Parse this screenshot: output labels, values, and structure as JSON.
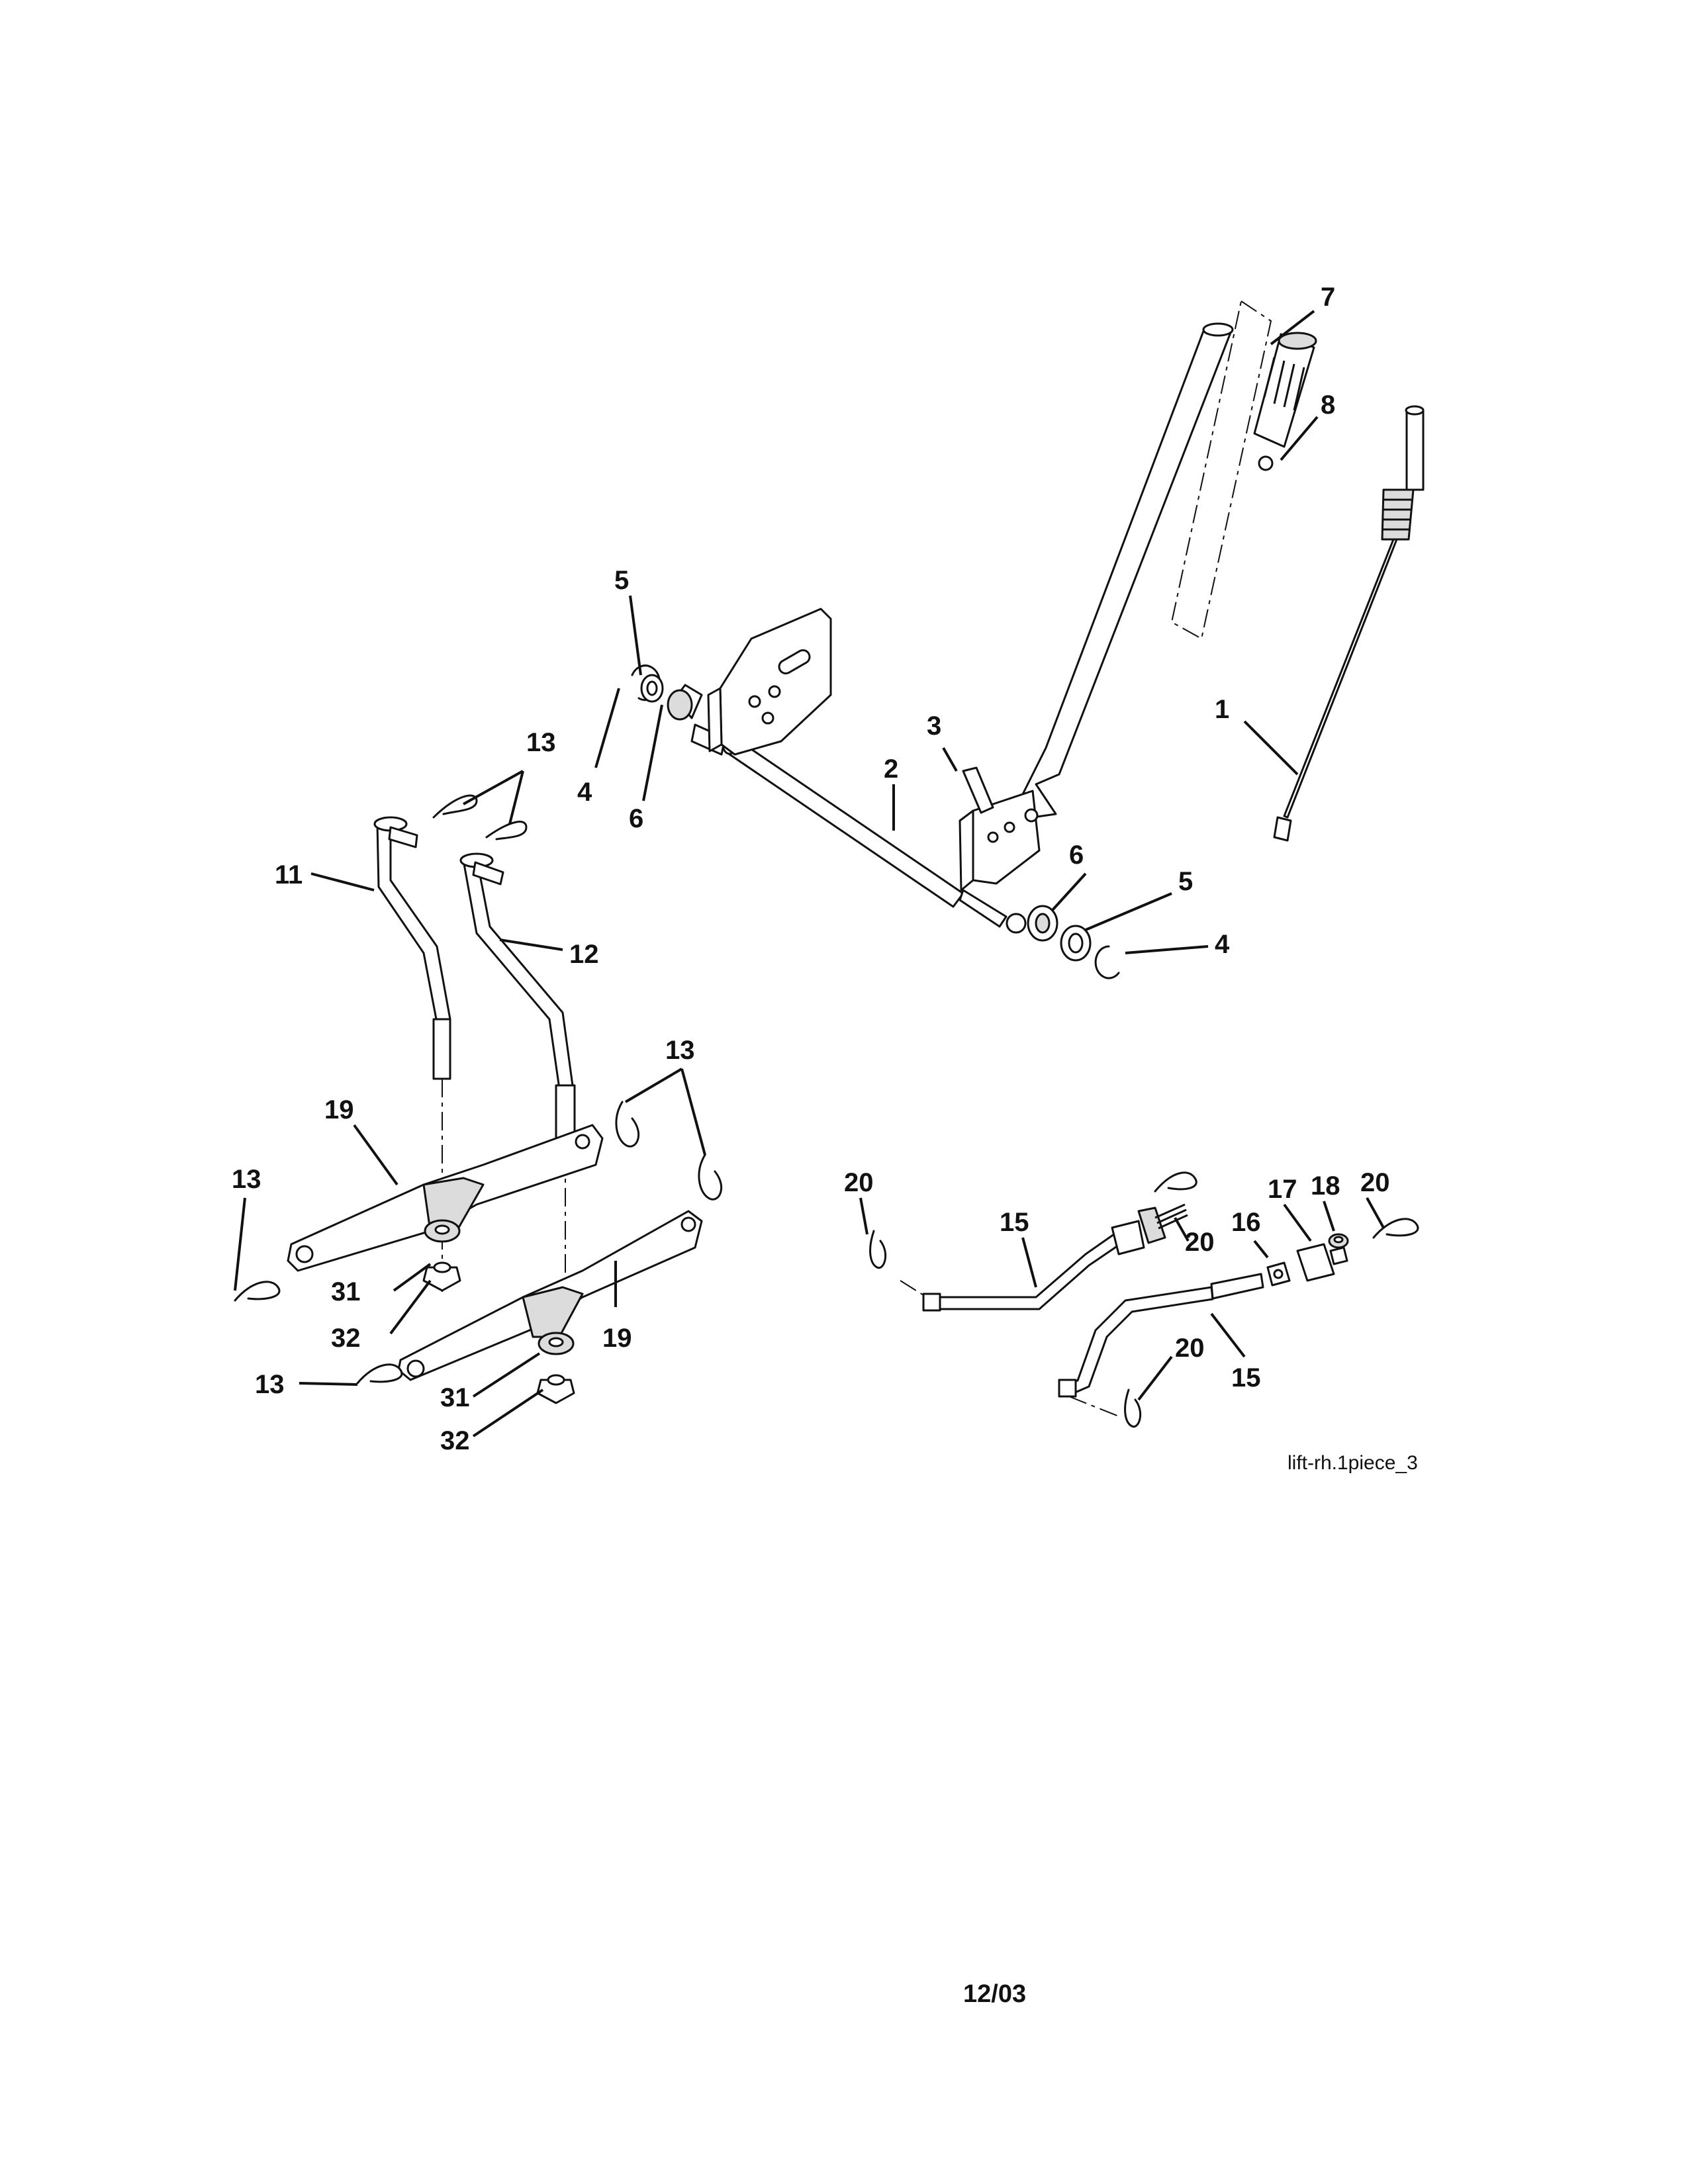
{
  "diagram": {
    "callouts": {
      "c1": "1",
      "c2": "2",
      "c3": "3",
      "c4a": "4",
      "c4b": "4",
      "c5a": "5",
      "c5b": "5",
      "c6a": "6",
      "c6b": "6",
      "c7": "7",
      "c8": "8",
      "c11": "11",
      "c12": "12",
      "c13a": "13",
      "c13b": "13",
      "c13c": "13",
      "c13d": "13",
      "c15a": "15",
      "c15b": "15",
      "c16": "16",
      "c17": "17",
      "c18": "18",
      "c19a": "19",
      "c19b": "19",
      "c20a": "20",
      "c20b": "20",
      "c20c": "20",
      "c20d": "20",
      "c31a": "31",
      "c31b": "31",
      "c32a": "32",
      "c32b": "32"
    },
    "figure_label": "lift-rh.1piece_3"
  },
  "footer": {
    "date": "12/03"
  }
}
